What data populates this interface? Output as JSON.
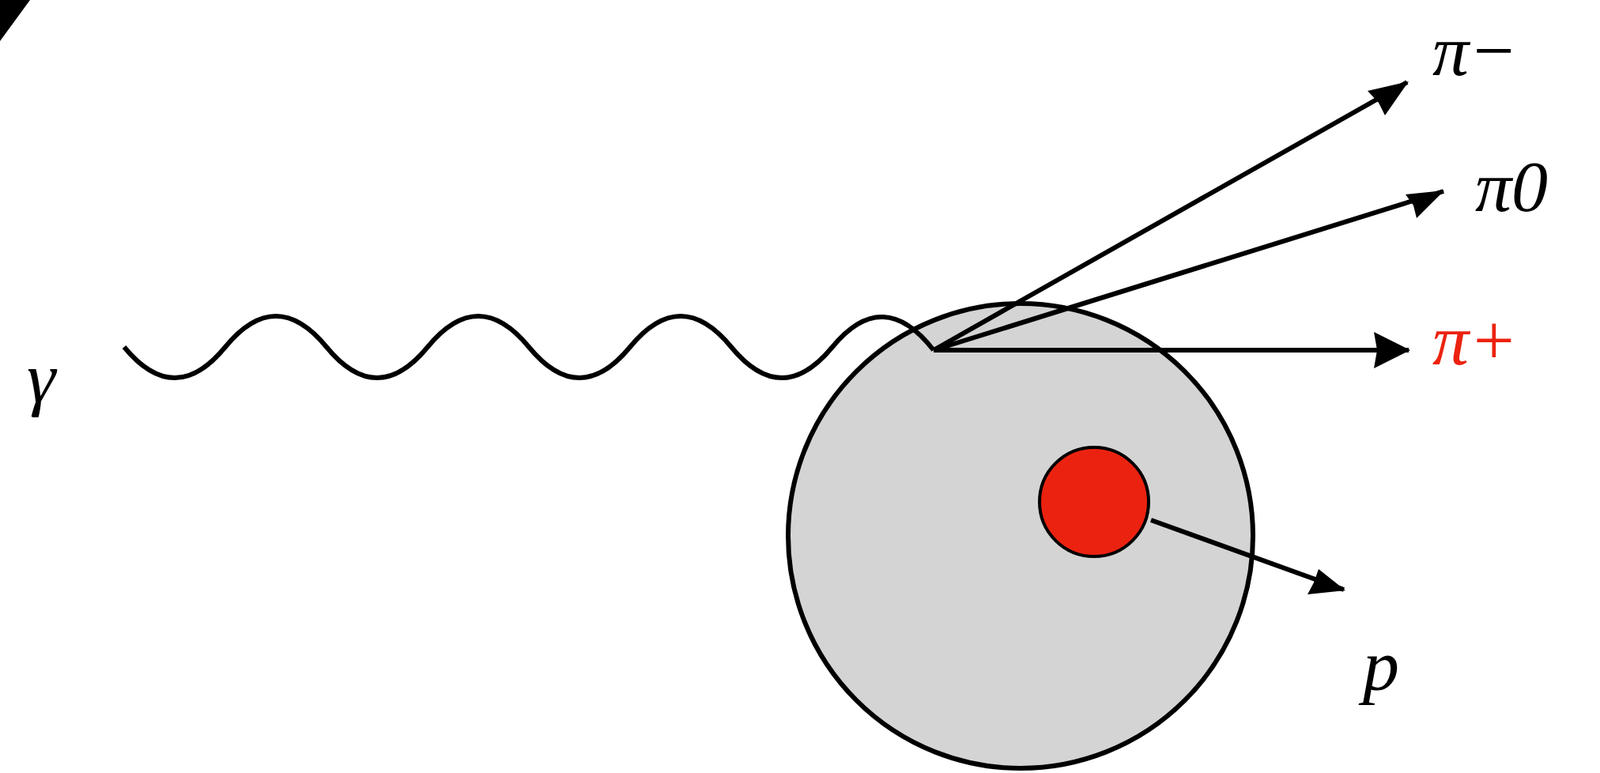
{
  "diagram": {
    "labels": [
      "π−",
      "π0",
      "γ",
      "π+",
      "p"
    ]
  }
}
